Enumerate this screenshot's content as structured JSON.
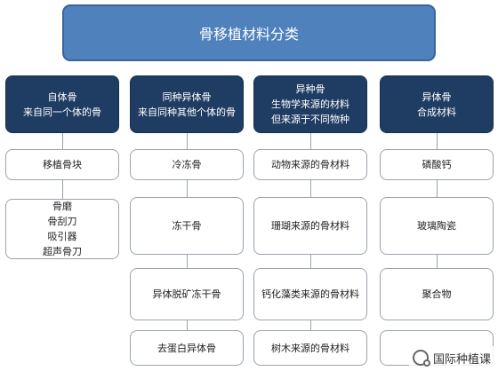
{
  "title": "骨移植材料分类",
  "columns": [
    {
      "header": [
        "自体骨",
        "来自同一个体的骨"
      ],
      "items": [
        [
          "移植骨块"
        ],
        [
          "骨磨",
          "骨刮刀",
          "吸引器",
          "超声骨刀"
        ]
      ]
    },
    {
      "header": [
        "同种异体骨",
        "来自同种其他个体的骨"
      ],
      "items": [
        [
          "冷冻骨"
        ],
        [
          "冻干骨"
        ],
        [
          "异体脱矿冻干骨"
        ],
        [
          "去蛋白异体骨"
        ]
      ]
    },
    {
      "header": [
        "异种骨",
        "生物学来源的材料",
        "但来源于不同物种"
      ],
      "items": [
        [
          "动物来源的骨材料"
        ],
        [
          "珊瑚来源的骨材料"
        ],
        [
          "钙化藻类来源的骨材料"
        ],
        [
          "树木来源的骨材料"
        ]
      ]
    },
    {
      "header": [
        "异体骨",
        "合成材料"
      ],
      "items": [
        [
          "磷酸钙"
        ],
        [
          "玻璃陶瓷"
        ],
        [
          "聚合物"
        ]
      ]
    }
  ],
  "watermark": "国际种植课"
}
